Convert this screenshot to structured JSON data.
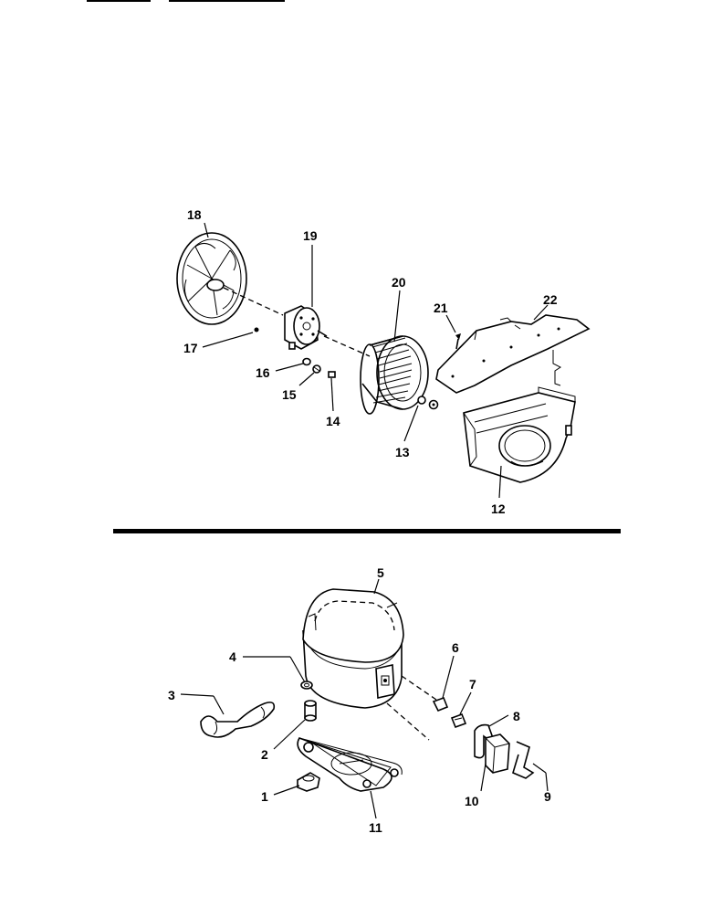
{
  "labels": {
    "p1": "1",
    "p2": "2",
    "p3": "3",
    "p4": "4",
    "p5": "5",
    "p6": "6",
    "p7": "7",
    "p8": "8",
    "p9": "9",
    "p10": "10",
    "p11": "11",
    "p12": "12",
    "p13": "13",
    "p14": "14",
    "p15": "15",
    "p16": "16",
    "p17": "17",
    "p18": "18",
    "p19": "19",
    "p20": "20",
    "p21": "21",
    "p22": "22"
  }
}
